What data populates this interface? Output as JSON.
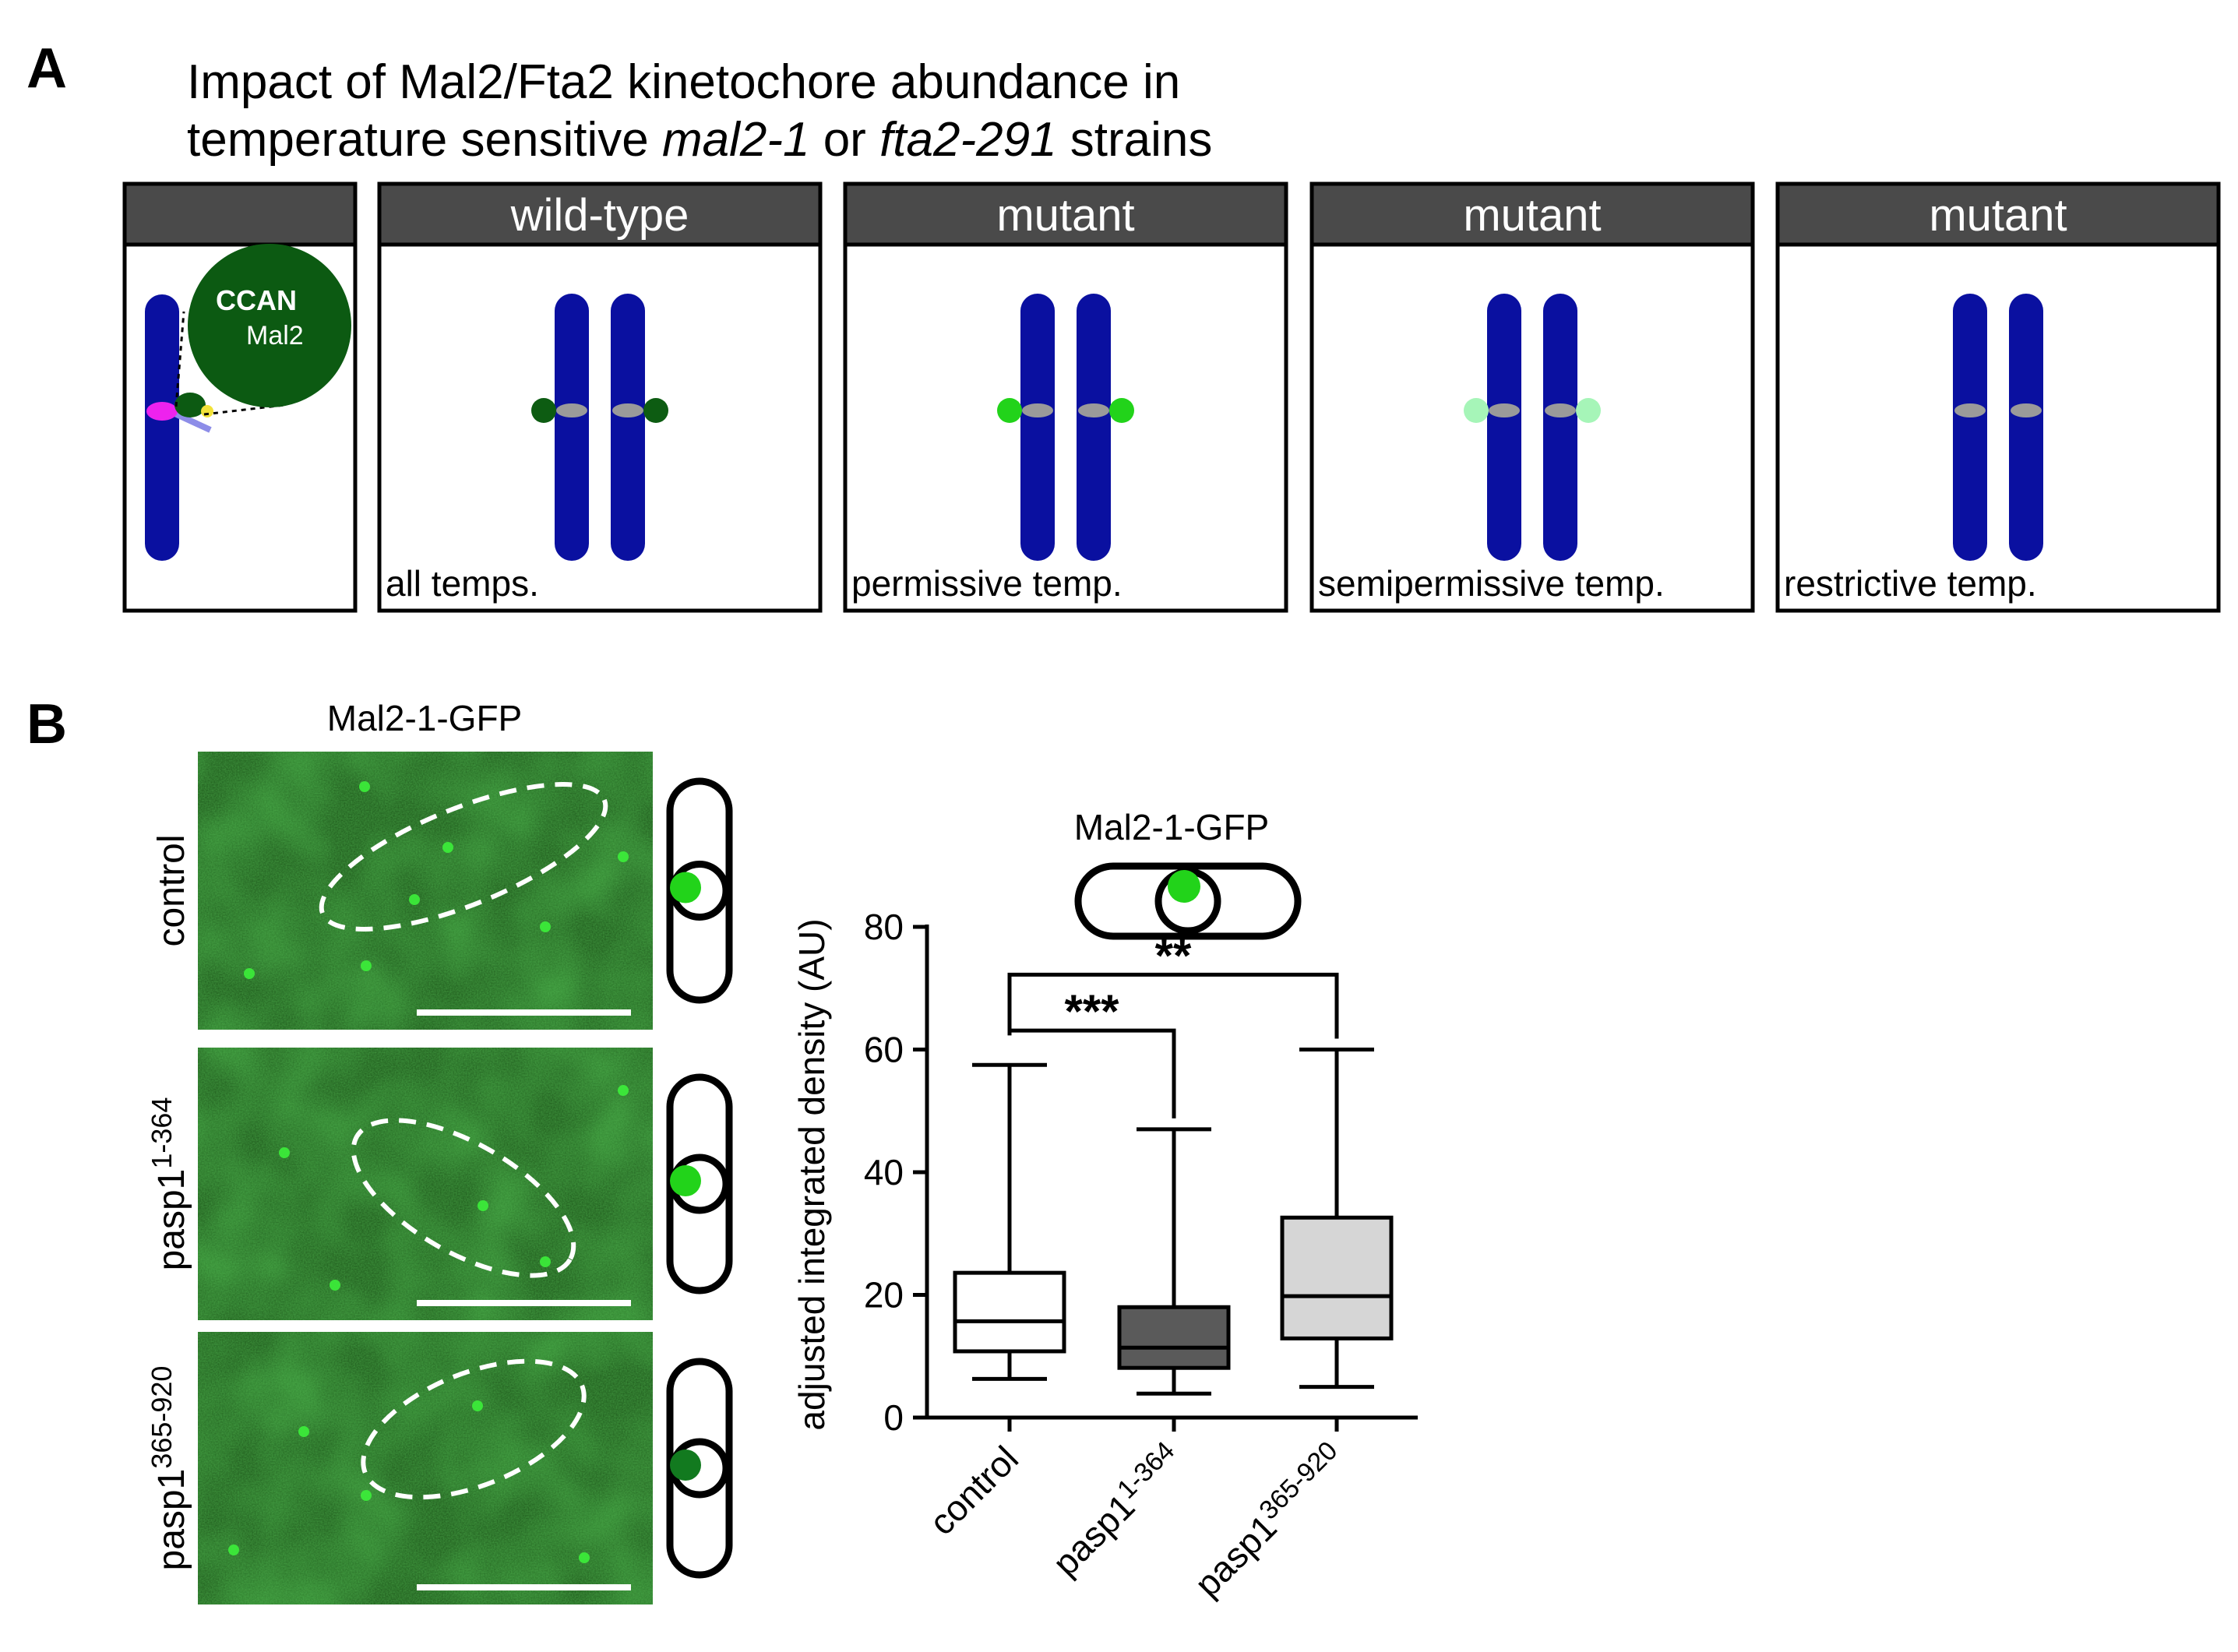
{
  "panel_a": {
    "letter": "A",
    "title_line1": "Impact of Mal2/Fta2 kinetochore abundance in",
    "title_line2_pre": "temperature sensitive ",
    "title_line2_gene1": "mal2-1",
    "title_line2_mid": " or ",
    "title_line2_gene2": "fta2-291",
    "title_line2_post": " strains",
    "schematic": {
      "ccan_label": "CCAN",
      "mal2_label": "Mal2"
    },
    "boxes": [
      {
        "header": "wild-type",
        "caption": "all temps.",
        "dot_color": "#0d5c12"
      },
      {
        "header": "mutant",
        "caption": "permissive temp.",
        "dot_color": "#22d31a"
      },
      {
        "header": "mutant",
        "caption": "semipermissive temp.",
        "dot_color": "#a6f5b8"
      },
      {
        "header": "mutant",
        "caption": "restrictive temp.",
        "dot_color": "none"
      }
    ]
  },
  "panel_b": {
    "letter": "B",
    "image_title": "Mal2-1-GFP",
    "rows": [
      {
        "label": "control",
        "label_sup": "",
        "cell_dot_color": "#22d31a"
      },
      {
        "label": "pasp1",
        "label_sup": "1-364",
        "cell_dot_color": "#22d31a"
      },
      {
        "label": "pasp1",
        "label_sup": "365-920",
        "cell_dot_color": "#127a1f"
      }
    ]
  },
  "chart_data": {
    "type": "box",
    "title": "Mal2-1-GFP",
    "ylabel": "adjusted integrated density (AU)",
    "ylim": [
      0,
      80
    ],
    "yticks": [
      "0",
      "20",
      "40",
      "60",
      "80"
    ],
    "categories": [
      {
        "label": "control",
        "sup": ""
      },
      {
        "label": "pasp1",
        "sup": "1-364"
      },
      {
        "label": "pasp1",
        "sup": "365-920"
      }
    ],
    "boxes": [
      {
        "min": 6.3,
        "q1": 10.8,
        "median": 15.7,
        "q3": 23.6,
        "max": 57.5,
        "fill": "#ffffff"
      },
      {
        "min": 3.9,
        "q1": 8.1,
        "median": 11.4,
        "q3": 18.0,
        "max": 47.0,
        "fill": "#5a5a5a"
      },
      {
        "min": 5.0,
        "q1": 12.9,
        "median": 19.8,
        "q3": 32.6,
        "max": 60.0,
        "fill": "#d6d6d6"
      }
    ],
    "significance": [
      {
        "from": 0,
        "to": 2,
        "label": "**",
        "y": 72.2
      },
      {
        "from": 0,
        "to": 1,
        "label": "***",
        "y": 63.1
      }
    ]
  },
  "colors": {
    "chromosome": "#0a10a0",
    "centromere": "#9a9a9a",
    "header_bg": "#4a4a4a",
    "ccan": "#0c5a12",
    "gfp_bg": "#1f5a1c"
  }
}
